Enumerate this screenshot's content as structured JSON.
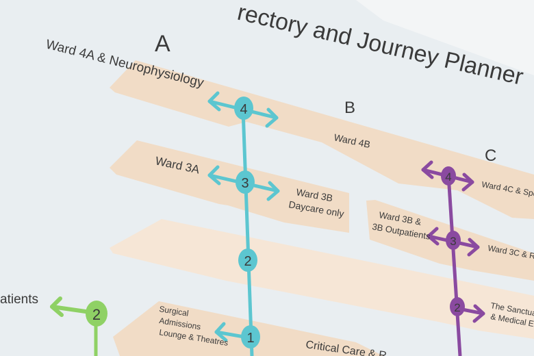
{
  "sign": {
    "title_visible": "rectory and Journey Planner",
    "columns": {
      "a": "A",
      "b": "B",
      "c": "C"
    },
    "labels": {
      "ward_4a": "Ward 4A & Neurophysiology",
      "ward_4b": "Ward 4B",
      "ward_3a": "Ward 3A",
      "ward_3b_l1": "Ward 3B",
      "ward_3b_l2": "Daycare only",
      "ward_3b_out_l1": "Ward 3B &",
      "ward_3b_out_l2": "3B Outpatients",
      "ward_4c": "Ward 4C & Speci",
      "ward_3c": "Ward 3C & Re",
      "sanctuary_l1": "The Sanctua",
      "sanctuary_l2": "& Medical Er",
      "surgical_l1": "Surgical",
      "surgical_l2": "Admissions",
      "surgical_l3": "Lounge & Theatres",
      "critical_care": "Critical Care & R",
      "patients": "atients"
    },
    "floor_badges": {
      "a4": "4",
      "a3": "3",
      "a2": "2",
      "a1": "1",
      "c4": "4",
      "c3": "3",
      "c2": "2",
      "left2": "2"
    },
    "colors": {
      "background": "#e9eef1",
      "slab": "#f1dcc6",
      "teal": "#5cc6d0",
      "purple": "#8a4aa0",
      "green": "#8fd165",
      "text": "#3a3a3a"
    },
    "icons": [
      "double-arrow-icon",
      "left-arrow-icon",
      "right-arrow-icon"
    ]
  }
}
